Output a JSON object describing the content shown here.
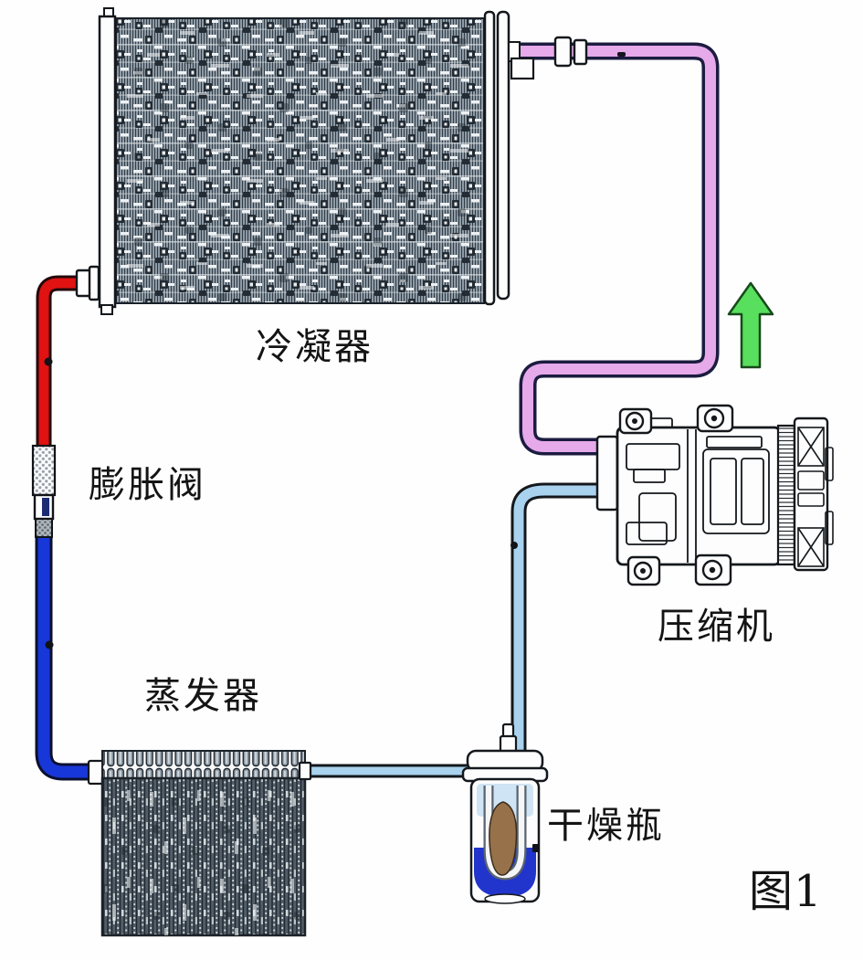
{
  "caption": "图1",
  "components": {
    "condenser": {
      "label": "冷凝器"
    },
    "expansion_valve": {
      "label": "膨胀阀"
    },
    "evaporator": {
      "label": "蒸发器"
    },
    "compressor": {
      "label": "压缩机"
    },
    "receiver_drier": {
      "label": "干燥瓶"
    }
  },
  "colors": {
    "discharge_pipe": "#e6a9ea",
    "high_pressure_liquid_pipe": "#e01212",
    "low_pressure_liquid_pipe": "#1837d8",
    "suction_pipe": "#a8d2ee",
    "flow_arrow": "#58df5d",
    "desiccant": "#97714a",
    "drier_bottom": "#2135cd",
    "drier_liquid": "#cfe4f4",
    "valve_stripe": "#1c2d74"
  }
}
